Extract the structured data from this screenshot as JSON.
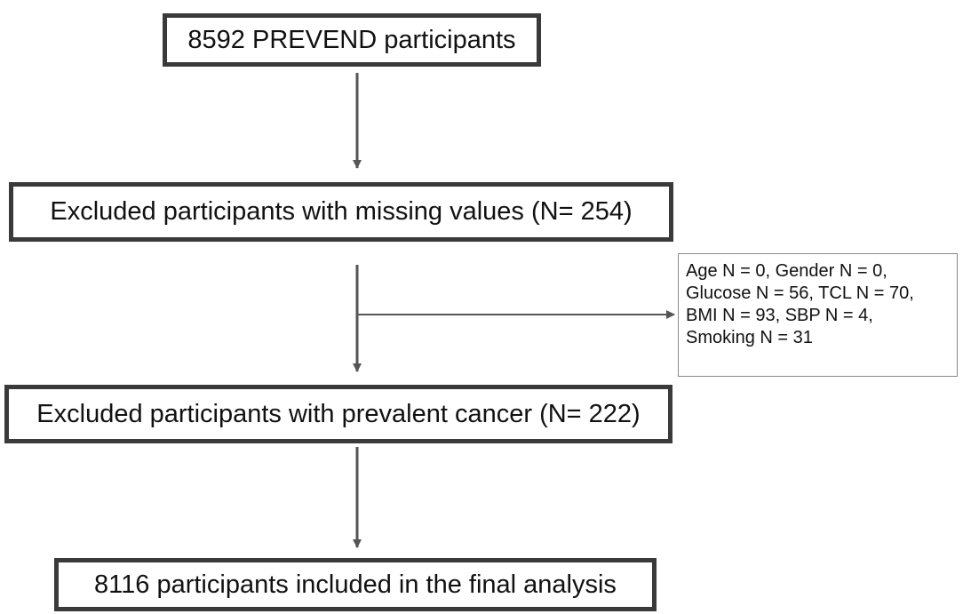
{
  "flowchart": {
    "start_box": {
      "text": "8592 PREVEND participants"
    },
    "missing_box": {
      "text": "Excluded participants with missing values (N= 254)"
    },
    "breakdown_box": {
      "lines": [
        "Age N = 0, Gender N = 0,",
        "Glucose N = 56, TCL N = 70,",
        "BMI N = 93, SBP N = 4,",
        "Smoking N = 31"
      ]
    },
    "cancer_box": {
      "text": "Excluded participants with prevalent cancer (N= 222)"
    },
    "final_box": {
      "text": "8116 participants included in the final analysis"
    }
  },
  "colors": {
    "box_border": "#3a3a3a",
    "arrow": "#555555",
    "breakdown_border": "#888888"
  }
}
